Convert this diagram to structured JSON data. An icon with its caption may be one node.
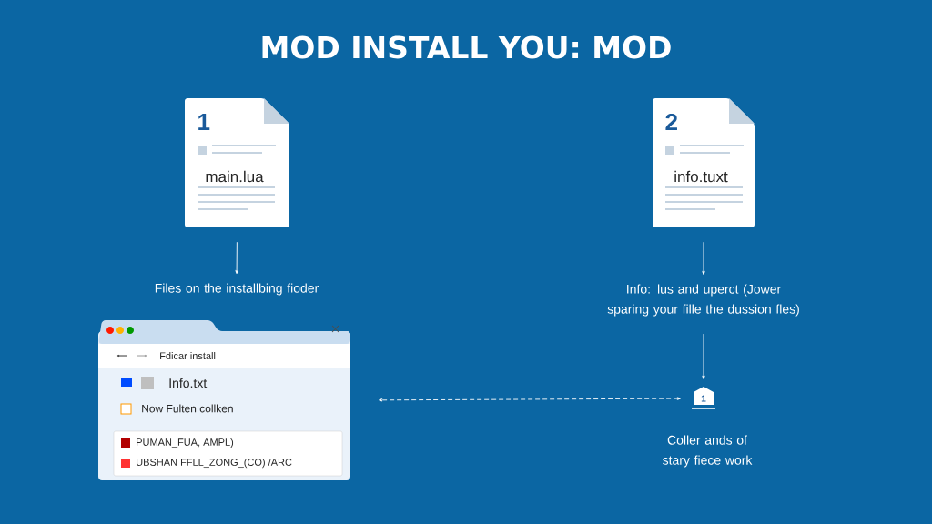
{
  "diagram": {
    "title": "MOD INSTALL YOU: MOD",
    "nodes": [
      {
        "text": [
          "1",
          "main.lua"
        ]
      },
      {
        "text": [
          "Files on the installbing fioder"
        ]
      },
      {
        "text": [
          "2",
          "info.tuxt"
        ]
      },
      {
        "text": [
          "Info: lus and uperct (Jower sparing your fille the dussion fles)"
        ]
      },
      {
        "text": [
          "Fdicar install",
          "Info.txt",
          "Now Fulten collken",
          "PUMAN_FUA, AMPL)",
          "UBSHAN FFLL_ZONG_(CO) /ARC"
        ]
      },
      {
        "text": [
          "1"
        ],
        "beside": [
          "Coller ands of stary fiece work"
        ]
      }
    ],
    "edges": [
      {
        "from": 0,
        "to": 1,
        "arrow": "to"
      },
      {
        "from": 2,
        "to": 3,
        "arrow": "to"
      },
      {
        "from": 3,
        "to": 5,
        "arrow": "to"
      },
      {
        "from": 5,
        "to": 4,
        "arrow": "both",
        "style": "dashed"
      }
    ]
  }
}
